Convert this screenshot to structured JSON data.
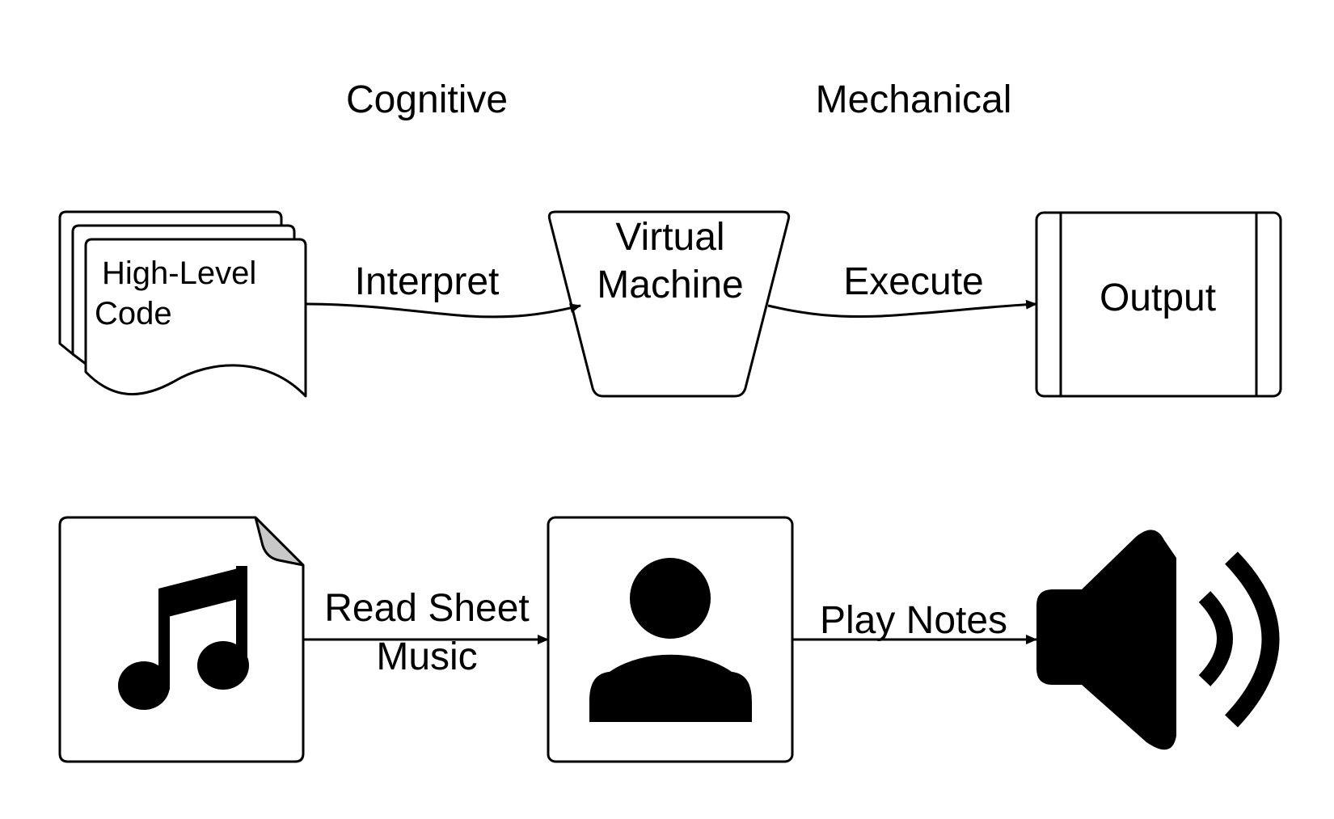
{
  "headers": {
    "cognitive": "Cognitive",
    "mechanical": "Mechanical"
  },
  "top_row": {
    "source_label_line1": "High-Level",
    "source_label_line2": "Code",
    "edge1_label": "Interpret",
    "process_label_line1": "Virtual",
    "process_label_line2": "Machine",
    "edge2_label": "Execute",
    "output_label": "Output"
  },
  "bottom_row": {
    "edge1_label_line1": "Read Sheet",
    "edge1_label_line2": "Music",
    "edge2_label": "Play Notes",
    "icons": {
      "source": "music-file-icon",
      "process": "person-icon",
      "output": "speaker-icon"
    }
  },
  "colors": {
    "stroke": "#000000",
    "page_fold": "#c8c8c8"
  }
}
